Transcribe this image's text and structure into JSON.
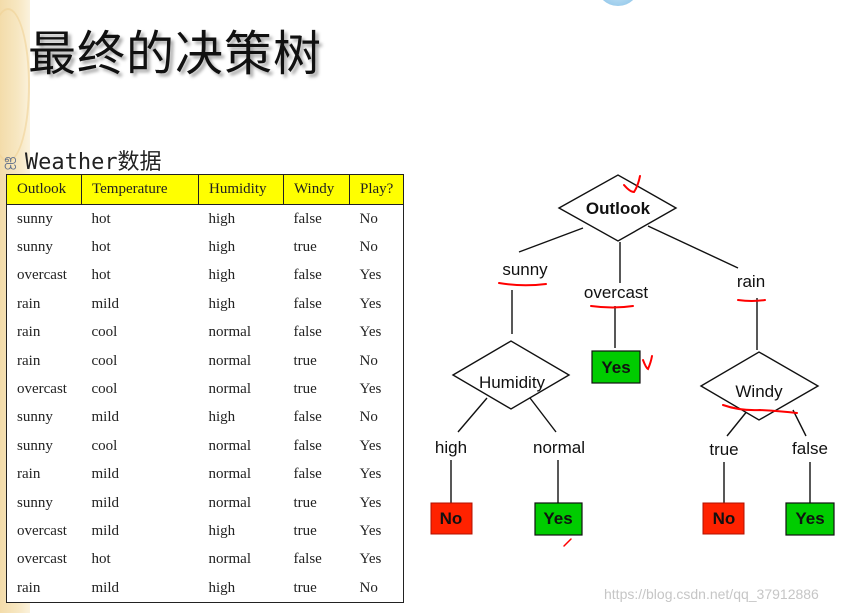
{
  "title": "最终的决策树",
  "subtitle": "Weather数据",
  "bullet_icon": "scroll-bullet-icon",
  "table": {
    "headers": [
      "Outlook",
      "Temperature",
      "Humidity",
      "Windy",
      "Play?"
    ],
    "rows": [
      [
        "sunny",
        "hot",
        "high",
        "false",
        "No"
      ],
      [
        "sunny",
        "hot",
        "high",
        "true",
        "No"
      ],
      [
        "overcast",
        "hot",
        "high",
        "false",
        "Yes"
      ],
      [
        "rain",
        "mild",
        "high",
        "false",
        "Yes"
      ],
      [
        "rain",
        "cool",
        "normal",
        "false",
        "Yes"
      ],
      [
        "rain",
        "cool",
        "normal",
        "true",
        "No"
      ],
      [
        "overcast",
        "cool",
        "normal",
        "true",
        "Yes"
      ],
      [
        "sunny",
        "mild",
        "high",
        "false",
        "No"
      ],
      [
        "sunny",
        "cool",
        "normal",
        "false",
        "Yes"
      ],
      [
        "rain",
        "mild",
        "normal",
        "false",
        "Yes"
      ],
      [
        "sunny",
        "mild",
        "normal",
        "true",
        "Yes"
      ],
      [
        "overcast",
        "mild",
        "high",
        "true",
        "Yes"
      ],
      [
        "overcast",
        "hot",
        "normal",
        "false",
        "Yes"
      ],
      [
        "rain",
        "mild",
        "high",
        "true",
        "No"
      ]
    ]
  },
  "tree": {
    "root": "Outlook",
    "branches": {
      "sunny": "sunny",
      "overcast": "overcast",
      "rain": "rain"
    },
    "humidity_node": "Humidity",
    "humidity_branches": {
      "high": "high",
      "normal": "normal"
    },
    "windy_node": "Windy",
    "windy_branches": {
      "true": "true",
      "false": "false"
    },
    "leaves": {
      "overcast": "Yes",
      "humidity_high": "No",
      "humidity_normal": "Yes",
      "windy_true": "No",
      "windy_false": "Yes"
    }
  },
  "colors": {
    "header_bg": "#ffff00",
    "leaf_yes": "#00cc00",
    "leaf_no": "#ff2200",
    "annotation_red": "#ff0000"
  },
  "watermark": "https://blog.csdn.net/qq_37912886"
}
